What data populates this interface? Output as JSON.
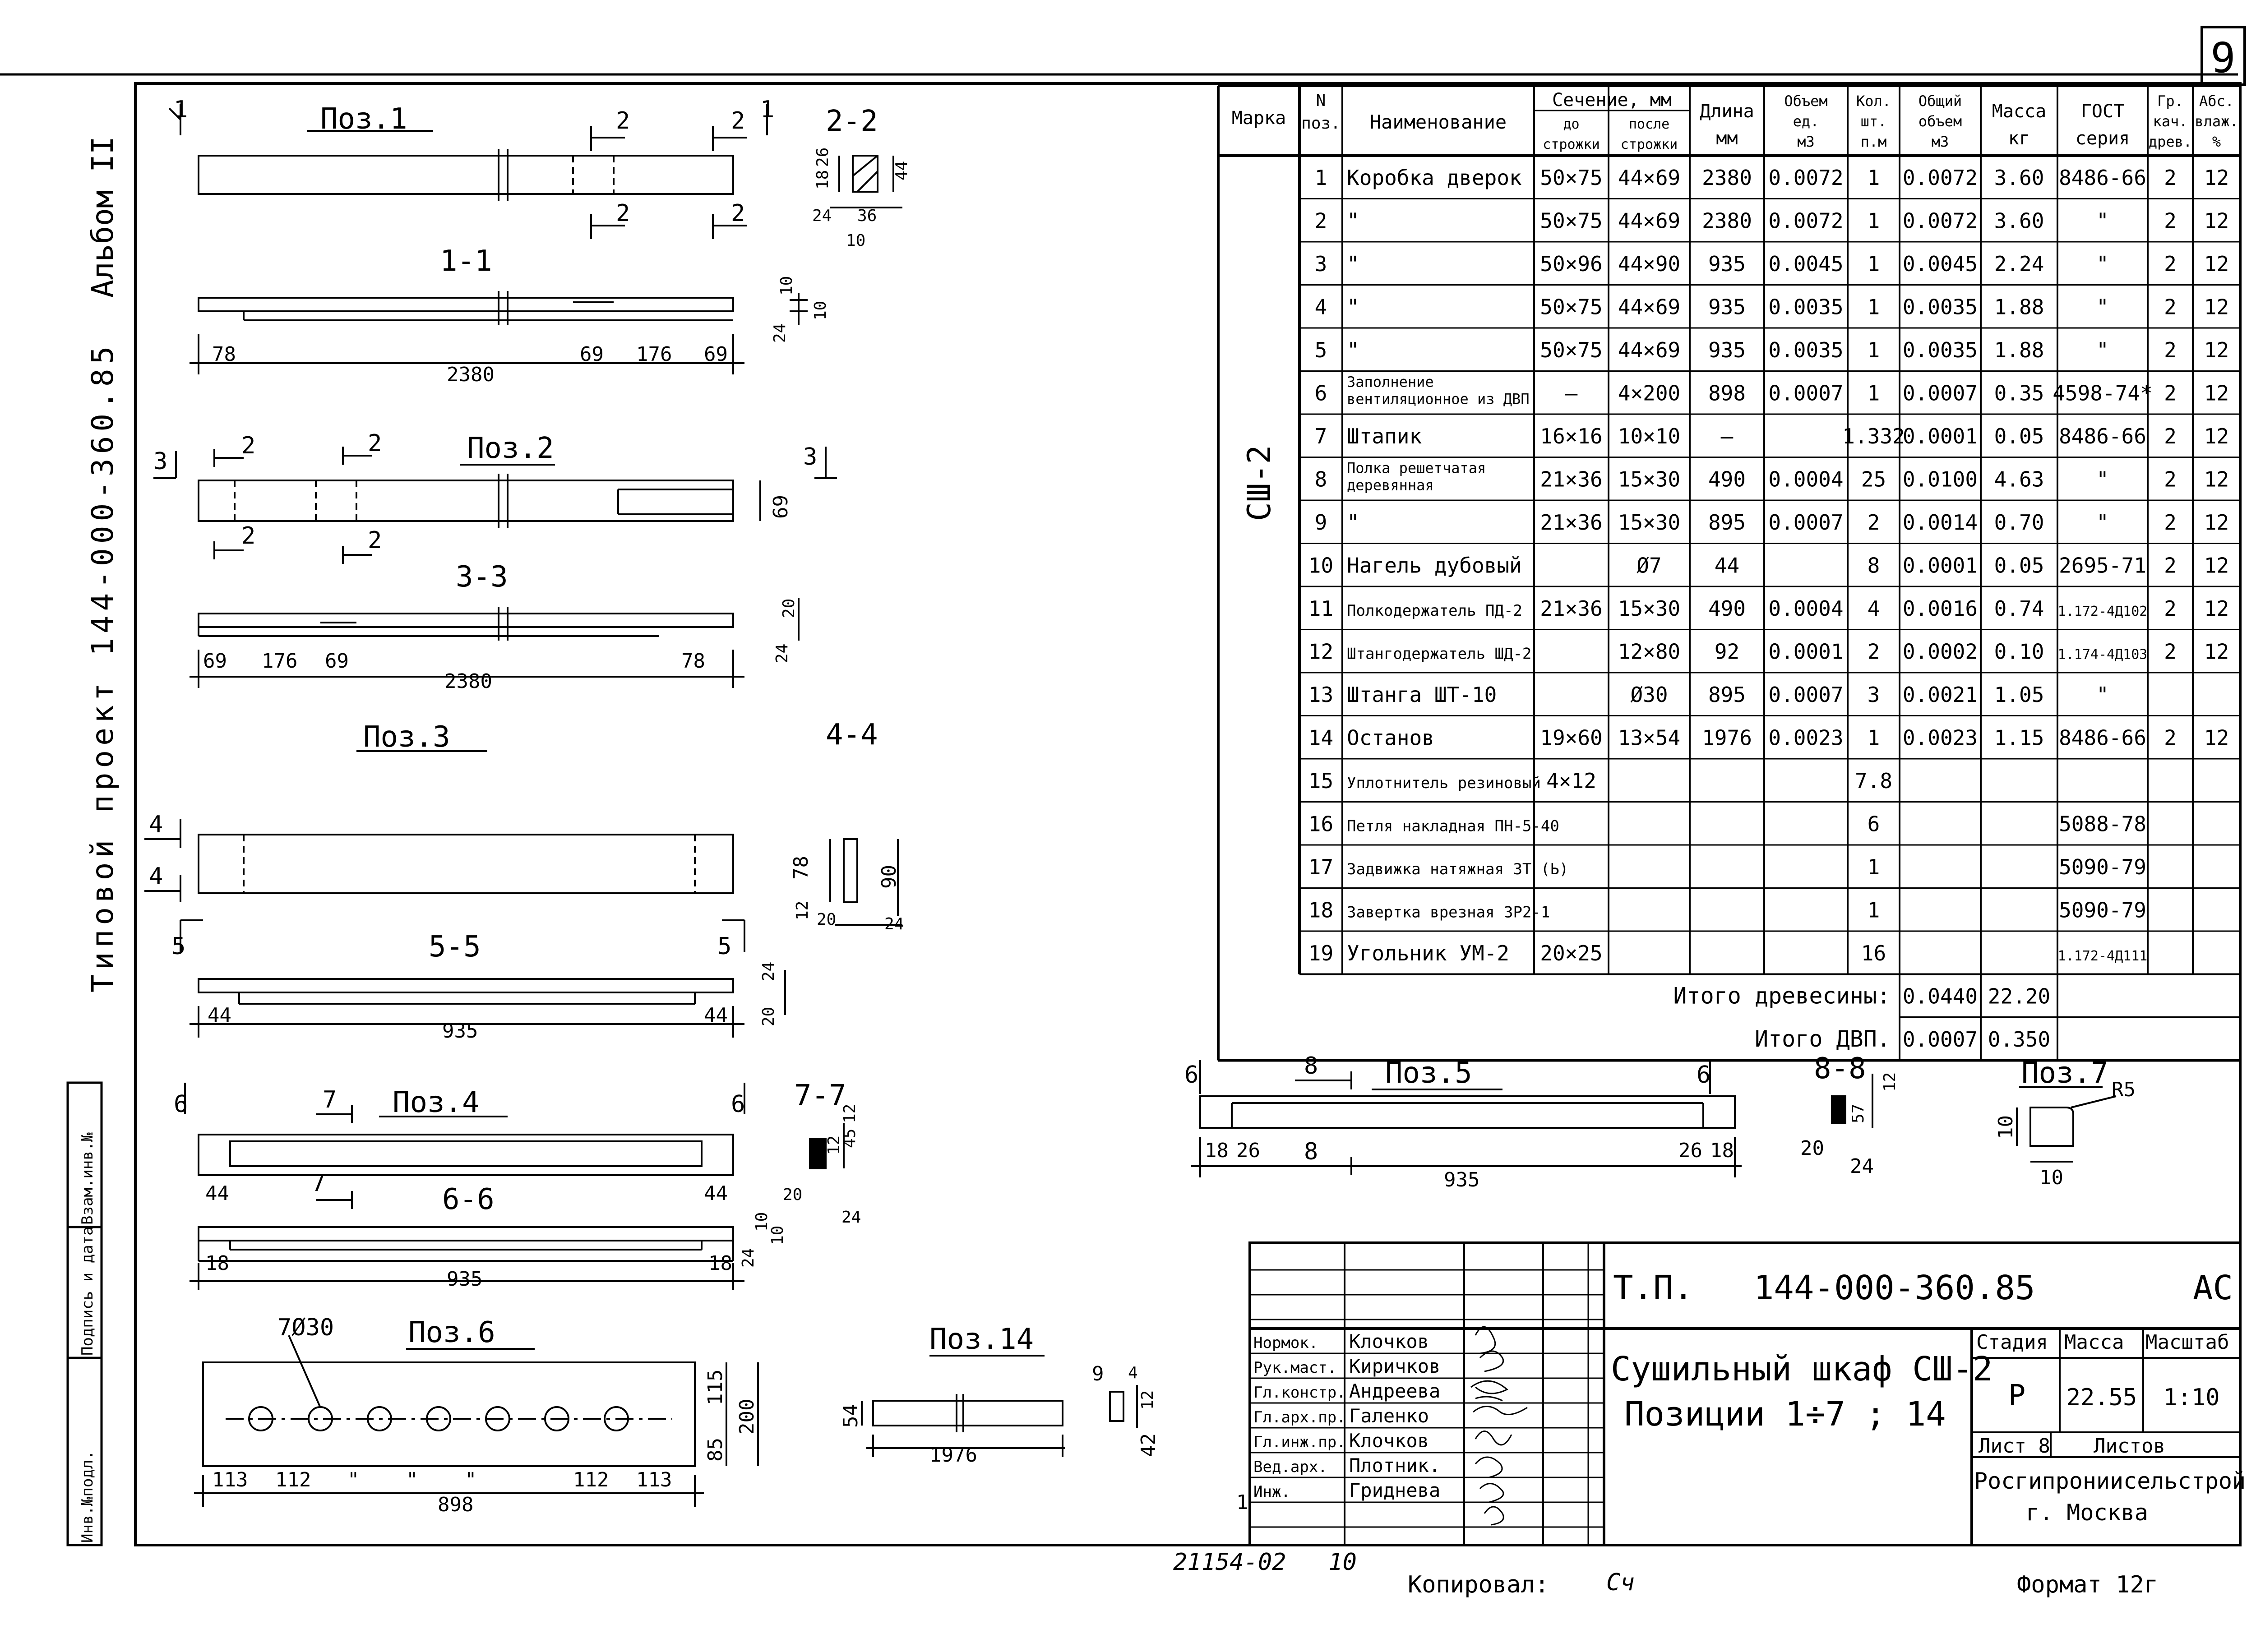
{
  "sheet_number": "9",
  "left_margin": {
    "album": "Альбом II",
    "project": "Типовой проект 144-000-360.85"
  },
  "stamp_column": [
    "Инв.№подл.",
    "Подпись и дата",
    "Взам.инв.№"
  ],
  "drawings": {
    "poz1": {
      "title": "Поз.1",
      "section_mark_1": "1",
      "section_mark_2": "2",
      "section_22": "2-2",
      "dims_22": [
        "18",
        "26",
        "44",
        "24",
        "36",
        "10"
      ],
      "section_11": "1-1",
      "dims_11": [
        "78",
        "2380",
        "69",
        "176",
        "69",
        "24",
        "10",
        "10"
      ]
    },
    "poz2": {
      "title": "Поз.2",
      "section_mark_3": "3",
      "section_mark_2": "2",
      "dim_69": "69",
      "section_33": "3-3",
      "dims_33": [
        "69",
        "176",
        "69",
        "2380",
        "78",
        "24",
        "20"
      ]
    },
    "poz3": {
      "title": "Поз.3",
      "section_44": "4-4",
      "section_mark_4": "4",
      "section_mark_5": "5",
      "dims_44": [
        "78",
        "90",
        "12",
        "20",
        "24"
      ],
      "section_55": "5-5",
      "dims_55": [
        "44",
        "935",
        "44",
        "24",
        "20"
      ]
    },
    "poz4": {
      "title": "Поз.4",
      "section_mark_6": "6",
      "section_mark_7": "7",
      "section_77": "7-7",
      "dims_77": [
        "12",
        "45",
        "12",
        "20",
        "24"
      ],
      "section_66": "6-6",
      "dims_66": [
        "44",
        "44",
        "18",
        "935",
        "18",
        "24",
        "10",
        "10"
      ]
    },
    "poz6": {
      "title": "Поз.6",
      "holes": "7Ø30",
      "dims": [
        "113",
        "112",
        "\"",
        "\"",
        "\"",
        "112",
        "113",
        "898",
        "115",
        "200",
        "85"
      ]
    },
    "poz14": {
      "title": "Поз.14",
      "dims": [
        "54",
        "1976",
        "9",
        "4",
        "12",
        "42"
      ]
    },
    "poz5": {
      "title": "Поз.5",
      "section_mark_6": "6",
      "section_mark_8": "8",
      "section_88": "8-8",
      "dims": [
        "18",
        "26",
        "935",
        "26",
        "18",
        "57",
        "12",
        "20",
        "24"
      ]
    },
    "poz7": {
      "title": "Поз.7",
      "radius": "R5",
      "dims": [
        "10",
        "10"
      ]
    }
  },
  "spec_table": {
    "headers": {
      "marka": "Марка",
      "n_poz": [
        "N",
        "поз."
      ],
      "name": "Наименование",
      "section": "Сечение, мм",
      "section_before": [
        "до",
        "строжки"
      ],
      "section_after": [
        "после",
        "строжки"
      ],
      "length": [
        "Длина",
        "мм"
      ],
      "vol_unit": [
        "Объем",
        "ед.",
        "м3"
      ],
      "qty": [
        "Кол.",
        "шт.",
        "п.м"
      ],
      "vol_total": [
        "Общий",
        "объем",
        "м3"
      ],
      "mass": [
        "Масса",
        "кг"
      ],
      "gost": [
        "ГОСТ",
        "серия"
      ],
      "grade": [
        "Гр.",
        "кач.",
        "древ."
      ],
      "moist": [
        "Абс.",
        "влаж.",
        "%"
      ]
    },
    "marka_value": "СШ-2",
    "rows": [
      {
        "n": "1",
        "name": "Коробка дверок",
        "before": "50×75",
        "after": "44×69",
        "length": "2380",
        "vol": "0.0072",
        "qty": "1",
        "total": "0.0072",
        "mass": "3.60",
        "gost": "8486-66",
        "grade": "2",
        "moist": "12"
      },
      {
        "n": "2",
        "name": "\"",
        "before": "50×75",
        "after": "44×69",
        "length": "2380",
        "vol": "0.0072",
        "qty": "1",
        "total": "0.0072",
        "mass": "3.60",
        "gost": "\"",
        "grade": "2",
        "moist": "12"
      },
      {
        "n": "3",
        "name": "\"",
        "before": "50×96",
        "after": "44×90",
        "length": "935",
        "vol": "0.0045",
        "qty": "1",
        "total": "0.0045",
        "mass": "2.24",
        "gost": "\"",
        "grade": "2",
        "moist": "12"
      },
      {
        "n": "4",
        "name": "\"",
        "before": "50×75",
        "after": "44×69",
        "length": "935",
        "vol": "0.0035",
        "qty": "1",
        "total": "0.0035",
        "mass": "1.88",
        "gost": "\"",
        "grade": "2",
        "moist": "12"
      },
      {
        "n": "5",
        "name": "\"",
        "before": "50×75",
        "after": "44×69",
        "length": "935",
        "vol": "0.0035",
        "qty": "1",
        "total": "0.0035",
        "mass": "1.88",
        "gost": "\"",
        "grade": "2",
        "moist": "12"
      },
      {
        "n": "6",
        "name": "Заполнение вентиляционное из ДВП",
        "before": "—",
        "after": "4×200",
        "length": "898",
        "vol": "0.0007",
        "qty": "1",
        "total": "0.0007",
        "mass": "0.35",
        "gost": "4598-74*",
        "grade": "2",
        "moist": "12"
      },
      {
        "n": "7",
        "name": "Штапик",
        "before": "16×16",
        "after": "10×10",
        "length": "—",
        "vol": "",
        "qty": "1.332",
        "total": "0.0001",
        "mass": "0.05",
        "gost": "8486-66",
        "grade": "2",
        "moist": "12"
      },
      {
        "n": "8",
        "name": "Полка решетчатая деревянная",
        "before": "21×36",
        "after": "15×30",
        "length": "490",
        "vol": "0.0004",
        "qty": "25",
        "total": "0.0100",
        "mass": "4.63",
        "gost": "\"",
        "grade": "2",
        "moist": "12"
      },
      {
        "n": "9",
        "name": "\"",
        "before": "21×36",
        "after": "15×30",
        "length": "895",
        "vol": "0.0007",
        "qty": "2",
        "total": "0.0014",
        "mass": "0.70",
        "gost": "\"",
        "grade": "2",
        "moist": "12"
      },
      {
        "n": "10",
        "name": "Нагель дубовый",
        "before": "",
        "after": "Ø7",
        "length": "44",
        "vol": "",
        "qty": "8",
        "total": "0.0001",
        "mass": "0.05",
        "gost": "2695-71",
        "grade": "2",
        "moist": "12"
      },
      {
        "n": "11",
        "name": "Полкодержатель ПД-2",
        "before": "21×36",
        "after": "15×30",
        "length": "490",
        "vol": "0.0004",
        "qty": "4",
        "total": "0.0016",
        "mass": "0.74",
        "gost": "1.172-4Д102",
        "grade": "2",
        "moist": "12"
      },
      {
        "n": "12",
        "name": "Штангодержатель ШД-2",
        "before": "",
        "after": "12×80",
        "length": "92",
        "vol": "0.0001",
        "qty": "2",
        "total": "0.0002",
        "mass": "0.10",
        "gost": "1.174-4Д103",
        "grade": "2",
        "moist": "12"
      },
      {
        "n": "13",
        "name": "Штанга ШТ-10",
        "before": "",
        "after": "Ø30",
        "length": "895",
        "vol": "0.0007",
        "qty": "3",
        "total": "0.0021",
        "mass": "1.05",
        "gost": "\"",
        "grade": "",
        "moist": ""
      },
      {
        "n": "14",
        "name": "Останов",
        "before": "19×60",
        "after": "13×54",
        "length": "1976",
        "vol": "0.0023",
        "qty": "1",
        "total": "0.0023",
        "mass": "1.15",
        "gost": "8486-66",
        "grade": "2",
        "moist": "12"
      },
      {
        "n": "15",
        "name": "Уплотнитель резиновый",
        "before": "4×12",
        "after": "",
        "length": "",
        "vol": "",
        "qty": "7.8",
        "total": "",
        "mass": "",
        "gost": "",
        "grade": "",
        "moist": ""
      },
      {
        "n": "16",
        "name": "Петля накладная ПН-5-40",
        "before": "",
        "after": "",
        "length": "",
        "vol": "",
        "qty": "6",
        "total": "",
        "mass": "",
        "gost": "5088-78",
        "grade": "",
        "moist": ""
      },
      {
        "n": "17",
        "name": "Задвижка натяжная ЗТ (Ь)",
        "before": "",
        "after": "",
        "length": "",
        "vol": "",
        "qty": "1",
        "total": "",
        "mass": "",
        "gost": "5090-79",
        "grade": "",
        "moist": ""
      },
      {
        "n": "18",
        "name": "Завертка врезная ЗР2-1",
        "before": "",
        "after": "",
        "length": "",
        "vol": "",
        "qty": "1",
        "total": "",
        "mass": "",
        "gost": "5090-79",
        "grade": "",
        "moist": ""
      },
      {
        "n": "19",
        "name": "Угольник УМ-2",
        "before": "20×25",
        "after": "",
        "length": "",
        "vol": "",
        "qty": "16",
        "total": "",
        "mass": "",
        "gost": "1.172-4Д111",
        "grade": "",
        "moist": ""
      }
    ],
    "total_wood_label": "Итого древесины:",
    "total_wood_vol": "0.0440",
    "total_wood_mass": "22.20",
    "total_dvp_label": "Итого ДВП.",
    "total_dvp_vol": "0.0007",
    "total_dvp_mass": "0.350"
  },
  "title_block": {
    "code": "Т.П.   144-000-360.85",
    "mark": "АС",
    "title_line1": "Сушильный шкаф СШ-2",
    "title_line2": "Позиции 1÷7 ; 14",
    "stage_label": "Стадия",
    "mass_label": "Масса",
    "scale_label": "Масштаб",
    "stage": "Р",
    "mass": "22.55",
    "scale": "1:10",
    "sheet_label": "Лист 8",
    "sheets_label": "Листов",
    "org_line1": "Росгипрониисельстрой",
    "org_line2": "г. Москва",
    "roles": [
      {
        "role": "Нормок.",
        "name": "Клочков"
      },
      {
        "role": "Рук.маст.",
        "name": "Киричков"
      },
      {
        "role": "Гл.констр.",
        "name": "Андреева"
      },
      {
        "role": "Гл.арх.пр.",
        "name": "Галенко"
      },
      {
        "role": "Гл.инж.пр.",
        "name": "Клочков"
      },
      {
        "role": "Вед.арх.",
        "name": "Плотник."
      },
      {
        "role": "Инж.",
        "name": "Гриднева"
      }
    ],
    "side_mark": "1"
  },
  "footer": {
    "archive": "21154-02   10",
    "copied": "Копировал:",
    "copied_sig": "Сч",
    "format": "Формат 12г"
  }
}
